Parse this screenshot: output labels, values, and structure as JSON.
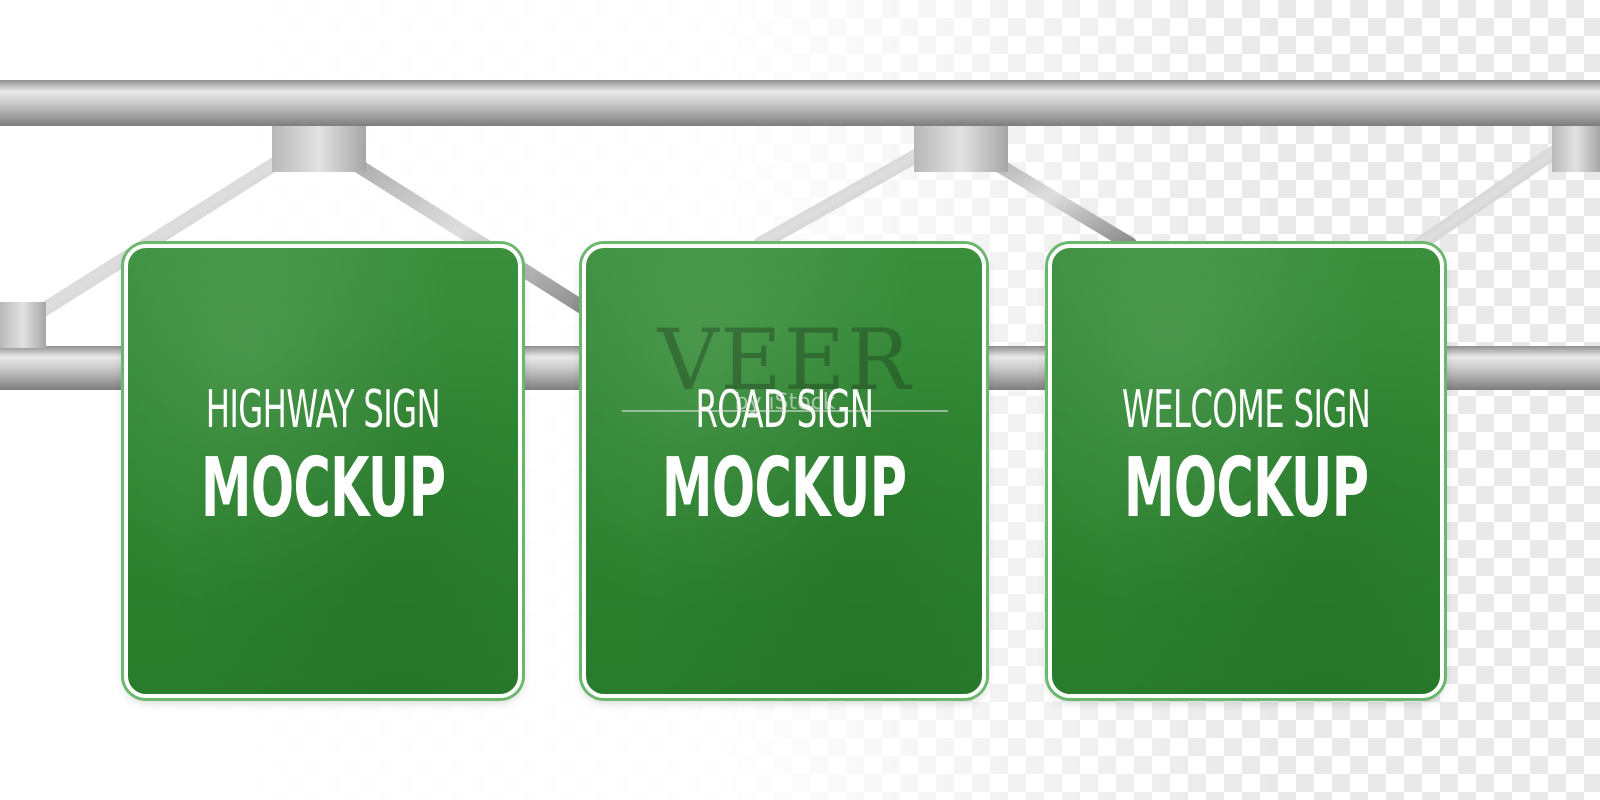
{
  "background": {
    "style": "transparency-checkerboard",
    "checker_color": "#e9e9e9"
  },
  "structure": {
    "material": "metal-pipe",
    "pipe_color": "#c7c7c7"
  },
  "signs": [
    {
      "line1": "HIGHWAY SIGN",
      "line2": "MOCKUP",
      "color": "#2e8531"
    },
    {
      "line1": "ROAD SIGN",
      "line2": "MOCKUP",
      "color": "#2e8531"
    },
    {
      "line1": "WELCOME SIGN",
      "line2": "MOCKUP",
      "color": "#2e8531"
    }
  ],
  "watermark": {
    "brand": "VEER",
    "byline": "by iStock"
  }
}
